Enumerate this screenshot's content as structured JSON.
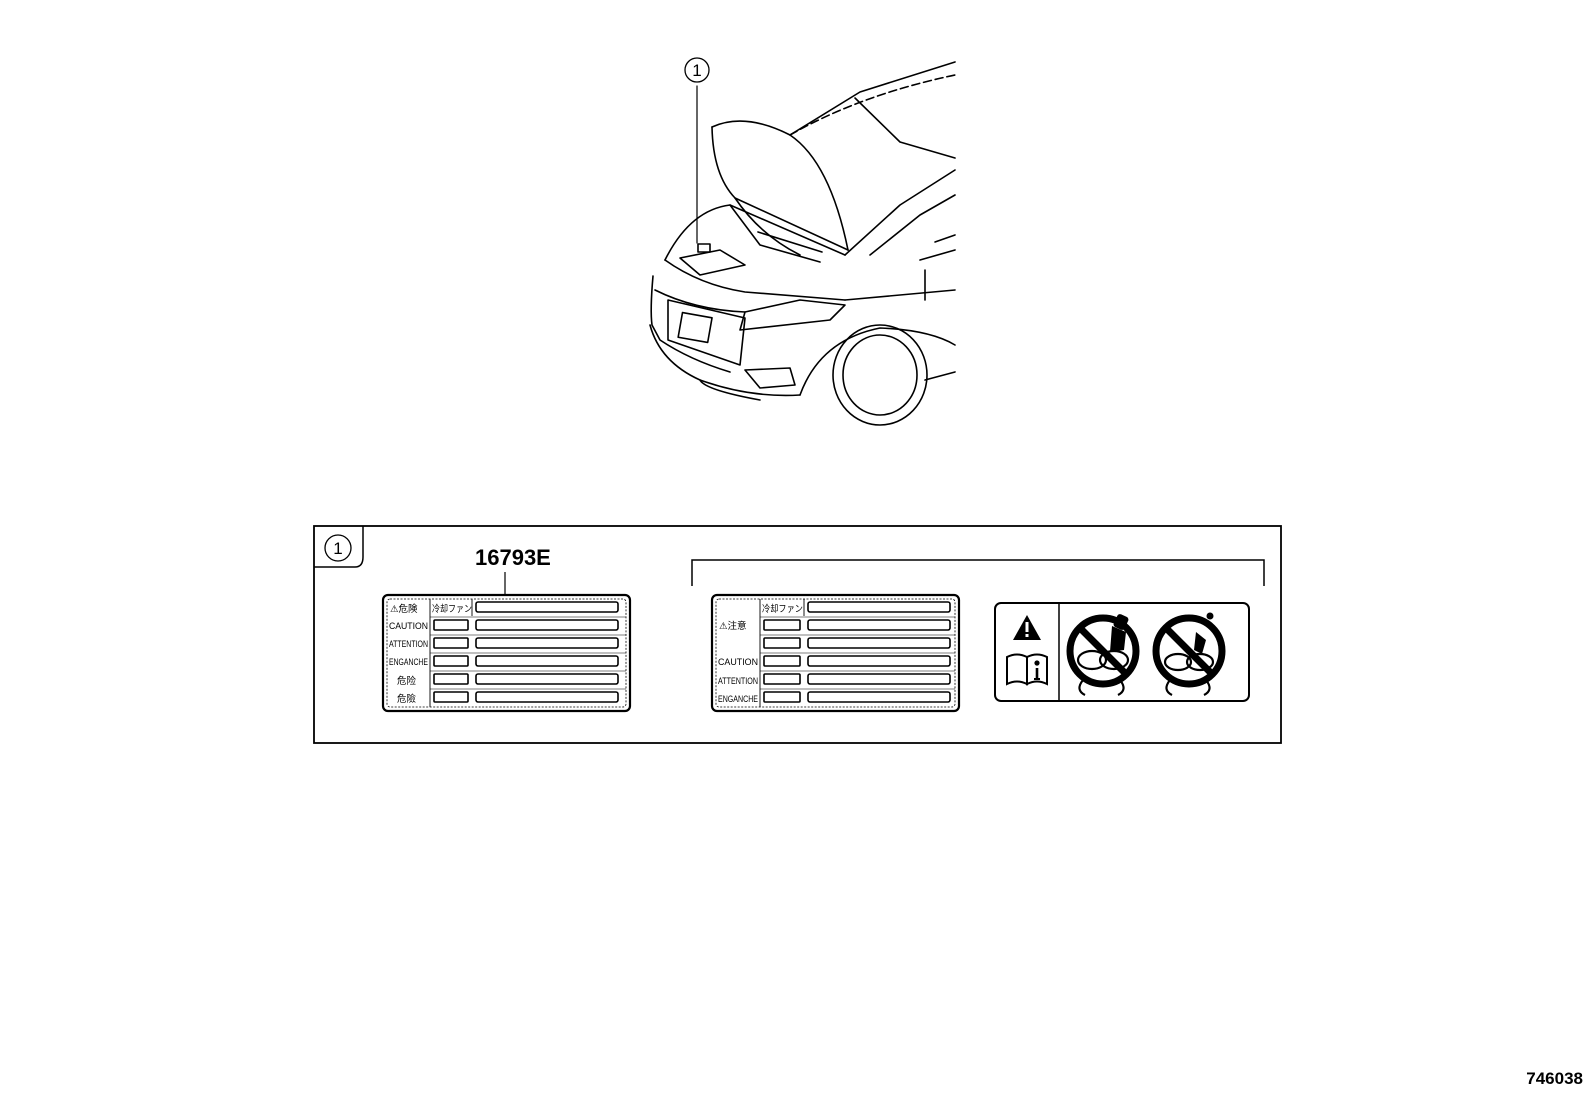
{
  "diagram": {
    "callout": "1",
    "part_number": "16793E",
    "illustration_number": "746038",
    "label_a": {
      "row_texts": [
        "⚠危険",
        "冷却ファン",
        "CAUTION",
        "ATTENTION",
        "ENGANCHE",
        "危险",
        "危險"
      ]
    },
    "label_b": {
      "row_texts": [
        "⚠注意",
        "冷却ファン",
        "CAUTION",
        "ATTENTION",
        "ENGANCHE"
      ]
    },
    "pictogram": {
      "icons": [
        "warning-triangle-icon",
        "manual-info-icon",
        "no-hand-fan-icon",
        "no-child-fan-icon"
      ]
    }
  }
}
